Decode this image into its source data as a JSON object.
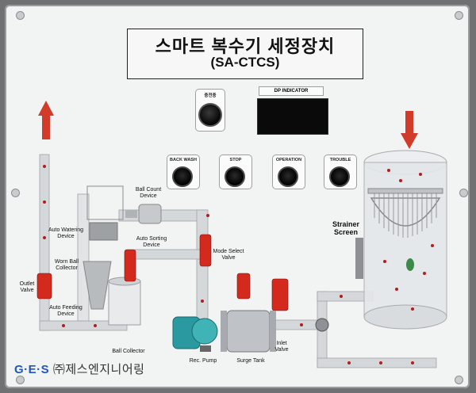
{
  "title": {
    "main": "스마트 복수기 세정장치",
    "sub": "(SA-CTCS)"
  },
  "panel": {
    "power_lamp_label": "충전중",
    "dp_indicator_label": "DP INDICATOR",
    "buttons": [
      {
        "label": "BACK WASH"
      },
      {
        "label": "STOP"
      },
      {
        "label": "OPERATION"
      },
      {
        "label": "TROUBLE"
      }
    ]
  },
  "components": {
    "ball_count_device": "Ball Count Device",
    "auto_watering_device": "Auto Watering Device",
    "auto_sorting_device": "Auto Sorting Device",
    "worn_ball_collector": "Worn Ball Collector",
    "mode_select_valve": "Mode Select Valve",
    "outlet_valve": "Outlet Valve",
    "auto_feeding_device": "Auto Feeding Device",
    "ball_collector": "Ball Collector",
    "rec_pump": "Rec. Pump",
    "surge_tank": "Surge Tank",
    "inlet_valve": "Inlet Valve",
    "strainer_screen": "Strainer Screen"
  },
  "logo": {
    "mark": "G·E·S",
    "company": "㈜제스엔지니어링"
  },
  "colors": {
    "valve_red": "#d42a1e",
    "arrow_red": "#d23b2a",
    "pump_teal": "#2a9aa0",
    "pipe_gray": "#c9cccf",
    "ball_red": "#b31d1d"
  }
}
